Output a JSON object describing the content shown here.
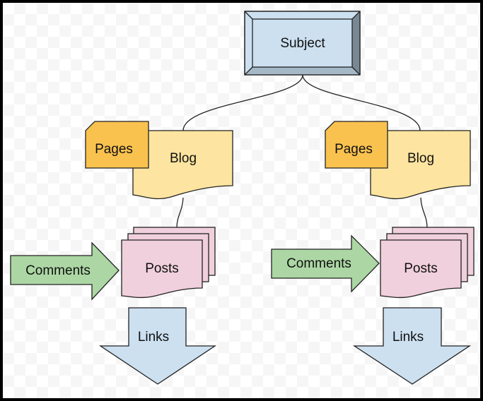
{
  "subject": "Subject",
  "branches": [
    {
      "pages": "Pages",
      "blog": "Blog",
      "posts": "Posts",
      "comments": "Comments",
      "links": "Links"
    },
    {
      "pages": "Pages",
      "blog": "Blog",
      "posts": "Posts",
      "comments": "Comments",
      "links": "Links"
    }
  ],
  "colors": {
    "subject": "#cce0f0",
    "pages": "#f9c24f",
    "blog": "#fde4a0",
    "posts": "#f0d0dc",
    "comments": "#acd7a4",
    "links": "#cce0f0"
  }
}
